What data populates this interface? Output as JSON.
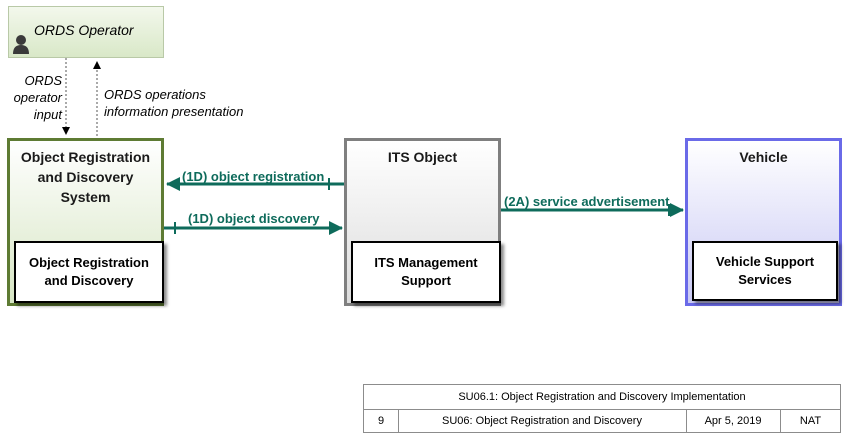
{
  "operator": {
    "label": "ORDS Operator",
    "icon": "person-icon"
  },
  "ords_system": {
    "title_lines": [
      "Object Registration",
      "and Discovery",
      "System"
    ],
    "inner_lines": [
      "Object Registration",
      "and Discovery"
    ]
  },
  "its_object": {
    "title": "ITS Object",
    "inner_lines": [
      "ITS Management",
      "Support"
    ]
  },
  "vehicle": {
    "title": "Vehicle",
    "inner_lines": [
      "Vehicle Support",
      "Services"
    ]
  },
  "operator_flows": {
    "input_lines": [
      "ORDS",
      "operator",
      "input"
    ],
    "presentation_lines": [
      "ORDS operations",
      "information presentation"
    ]
  },
  "flows": {
    "registration": "(1D) object registration",
    "discovery": "(1D) object discovery",
    "advertisement": "(2A) service advertisement"
  },
  "footer": {
    "title": "SU06.1: Object Registration and Discovery Implementation",
    "page": "9",
    "subtitle": "SU06: Object Registration and Discovery",
    "date": "Apr 5, 2019",
    "org": "NAT"
  },
  "colors": {
    "flow": "#0e6b5b",
    "ords_border": "#5e7b33",
    "its_border": "#7f7f7f",
    "vehicle_border": "#6a6ae8"
  }
}
